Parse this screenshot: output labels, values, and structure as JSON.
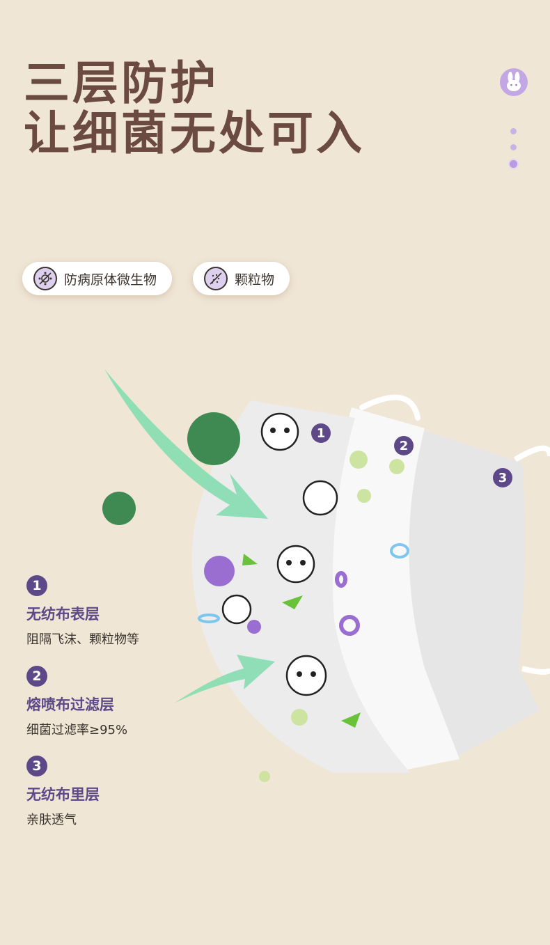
{
  "headline": {
    "line1": "三层防护",
    "line2": "让细菌无处可入"
  },
  "tags": [
    {
      "label": "防病原体微生物",
      "icon": "pathogen-block-icon"
    },
    {
      "label": "颗粒物",
      "icon": "particle-block-icon"
    }
  ],
  "layer_markers": [
    "1",
    "2",
    "3"
  ],
  "legend": [
    {
      "number": "1",
      "title": "无纺布表层",
      "desc": "阻隔飞沫、颗粒物等"
    },
    {
      "number": "2",
      "title": "熔喷布过滤层",
      "desc": "细菌过滤率≥95%"
    },
    {
      "number": "3",
      "title": "无纺布里层",
      "desc": "亲肤透气"
    }
  ],
  "colors": {
    "background": "#f0e6d6",
    "headline": "#6b4a3f",
    "accent_purple": "#5e4988",
    "virus_green": "#3f8a52",
    "virus_purple": "#9a6ed0"
  }
}
